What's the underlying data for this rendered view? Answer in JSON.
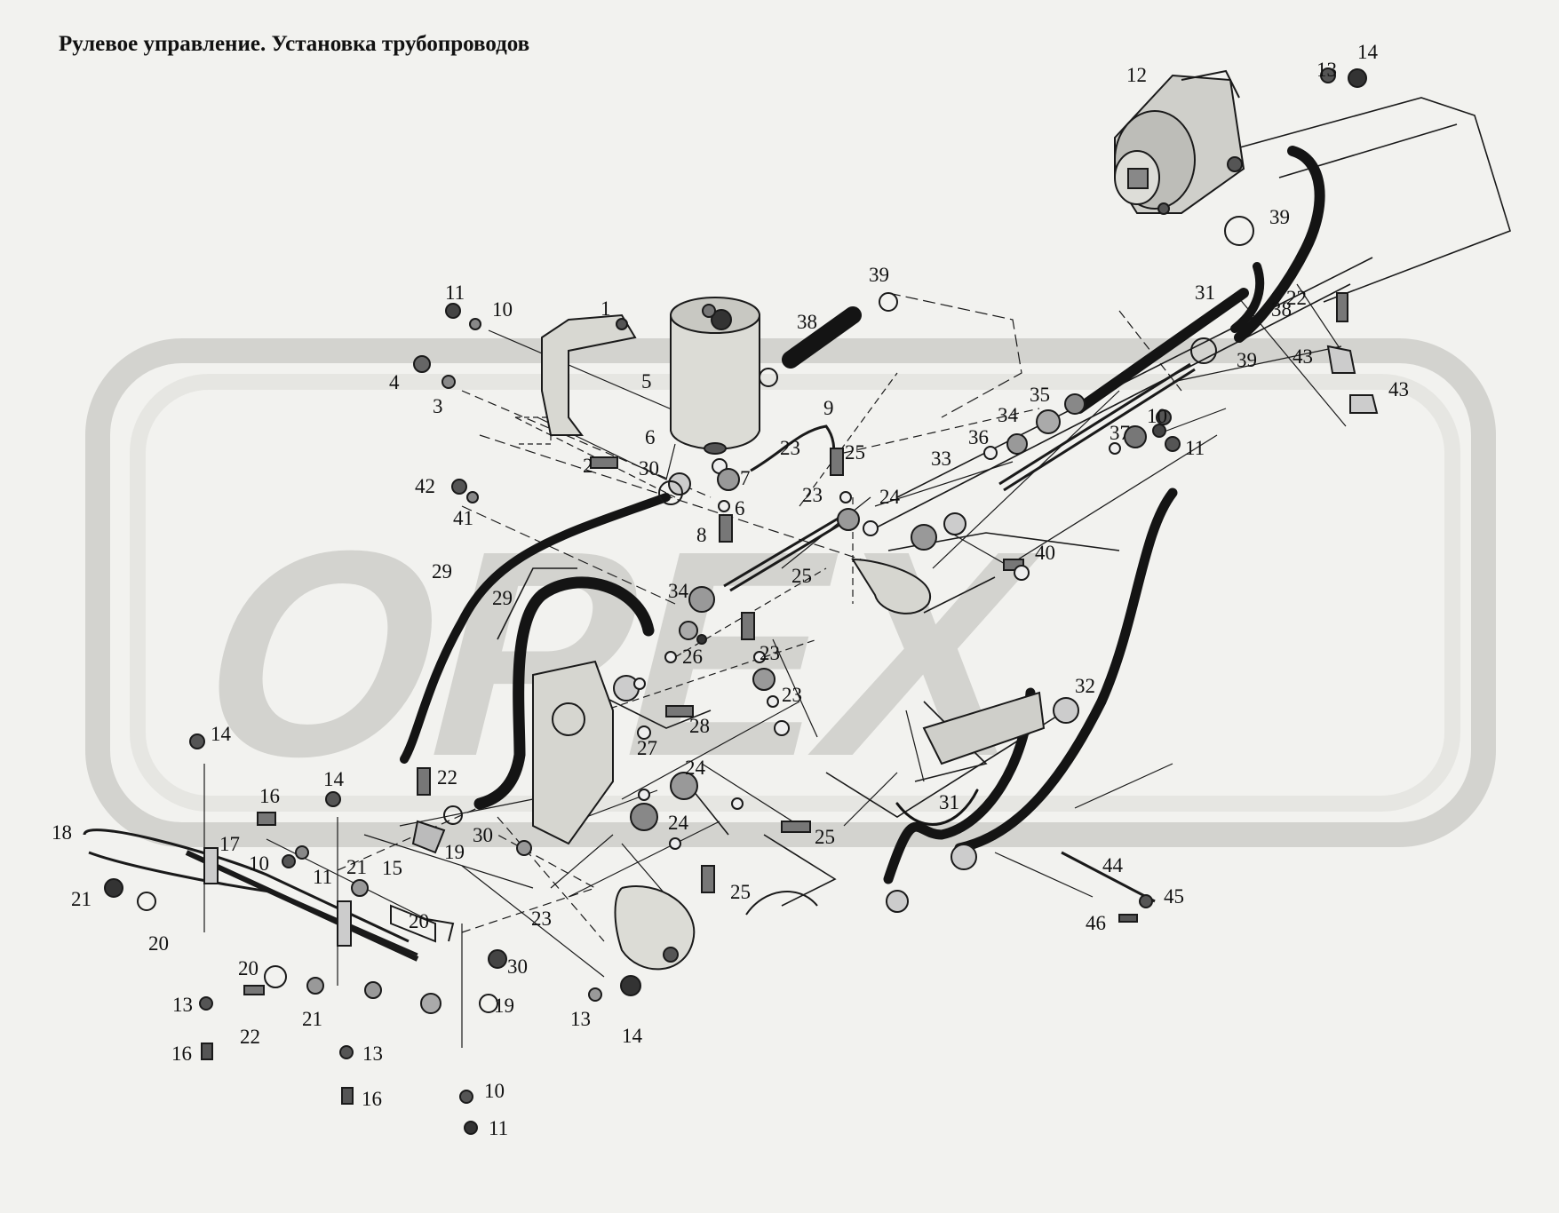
{
  "title": "Рулевое управление. Установка трубопроводов",
  "colors": {
    "background": "#f2f2ef",
    "watermark": "#d3d3cf",
    "watermark_inner": "#e6e6e2",
    "line": "#1a1a1a",
    "hose": "#141414"
  },
  "watermark_text": "OPEX",
  "components": [
    {
      "id": "power-steering-pump",
      "icon": "pump-icon",
      "callout": "12"
    },
    {
      "id": "oil-tank",
      "icon": "cylinder-tank-icon",
      "callout": "5"
    },
    {
      "id": "tank-bracket",
      "icon": "bracket-icon",
      "callout": "1"
    },
    {
      "id": "steering-gear",
      "icon": "gearbox-icon",
      "callout": ""
    },
    {
      "id": "pressure-tube",
      "icon": "tube-icon",
      "callout": "18"
    }
  ],
  "part_labels": [
    "1",
    "2",
    "3",
    "4",
    "5",
    "6",
    "6",
    "7",
    "8",
    "9",
    "10",
    "10",
    "10",
    "10",
    "11",
    "11",
    "11",
    "11",
    "12",
    "13",
    "13",
    "13",
    "13",
    "14",
    "14",
    "14",
    "14",
    "15",
    "16",
    "16",
    "16",
    "17",
    "18",
    "19",
    "19",
    "20",
    "20",
    "20",
    "21",
    "21",
    "21",
    "22",
    "22",
    "22",
    "23",
    "23",
    "23",
    "23",
    "23",
    "24",
    "24",
    "24",
    "25",
    "25",
    "25",
    "25",
    "26",
    "27",
    "28",
    "29",
    "29",
    "30",
    "30",
    "30",
    "31",
    "31",
    "32",
    "33",
    "34",
    "34",
    "35",
    "36",
    "37",
    "38",
    "38",
    "39",
    "39",
    "39",
    "40",
    "41",
    "42",
    "43",
    "43",
    "44",
    "45",
    "46"
  ]
}
